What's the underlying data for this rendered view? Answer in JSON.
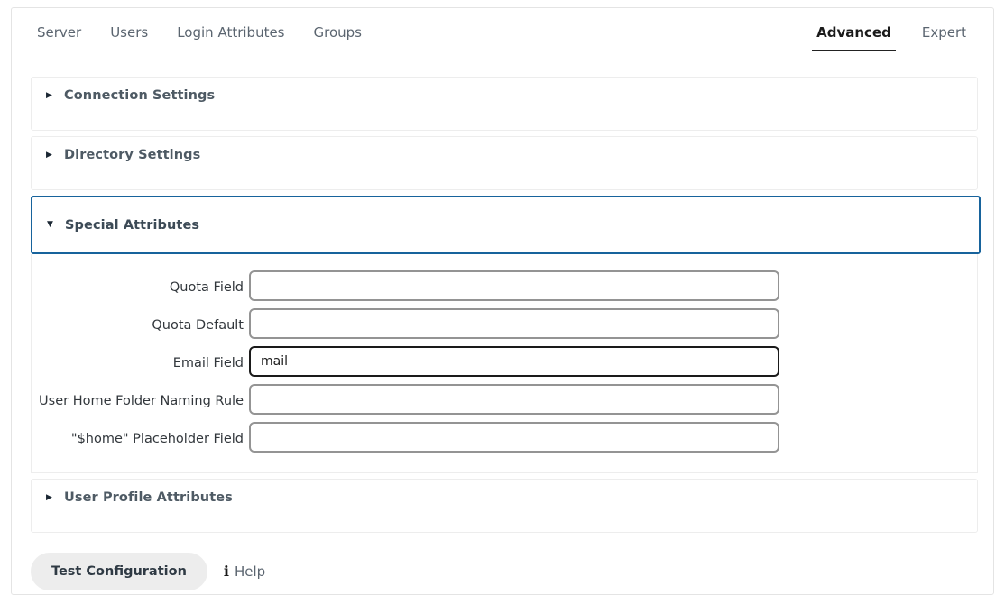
{
  "header": {
    "tabs": [
      {
        "label": "Server",
        "active": false
      },
      {
        "label": "Users",
        "active": false
      },
      {
        "label": "Login Attributes",
        "active": false
      },
      {
        "label": "Groups",
        "active": false
      }
    ],
    "modes": [
      {
        "label": "Advanced",
        "active": true
      },
      {
        "label": "Expert",
        "active": false
      }
    ]
  },
  "accent_colors": {
    "active_section_border": "#17639c",
    "panel_border": "#ededed",
    "input_border": "#949494",
    "input_border_focus": "#1a1a1a",
    "tab_underline": "#222222",
    "button_background": "#ededed"
  },
  "sections": [
    {
      "title": "Connection Settings",
      "expanded": false,
      "caret": "chevron-right-icon"
    },
    {
      "title": "Directory Settings",
      "expanded": false,
      "caret": "chevron-right-icon"
    },
    {
      "title": "Special Attributes",
      "expanded": true,
      "caret": "chevron-down-icon"
    },
    {
      "title": "User Profile Attributes",
      "expanded": false,
      "caret": "chevron-right-icon"
    }
  ],
  "special_attributes": {
    "fields": [
      {
        "label": "Quota Field",
        "value": "",
        "placeholder": "",
        "focused": false
      },
      {
        "label": "Quota Default",
        "value": "",
        "placeholder": "",
        "focused": false
      },
      {
        "label": "Email Field",
        "value": "mail",
        "placeholder": "",
        "focused": true
      },
      {
        "label": "User Home Folder Naming Rule",
        "value": "",
        "placeholder": "",
        "focused": false
      },
      {
        "label": "\"$home\" Placeholder Field",
        "value": "",
        "placeholder": "",
        "focused": false
      }
    ]
  },
  "footer": {
    "test_button_label": "Test Configuration",
    "help_label": "Help",
    "help_icon": "info-icon",
    "help_icon_glyph": "i"
  }
}
